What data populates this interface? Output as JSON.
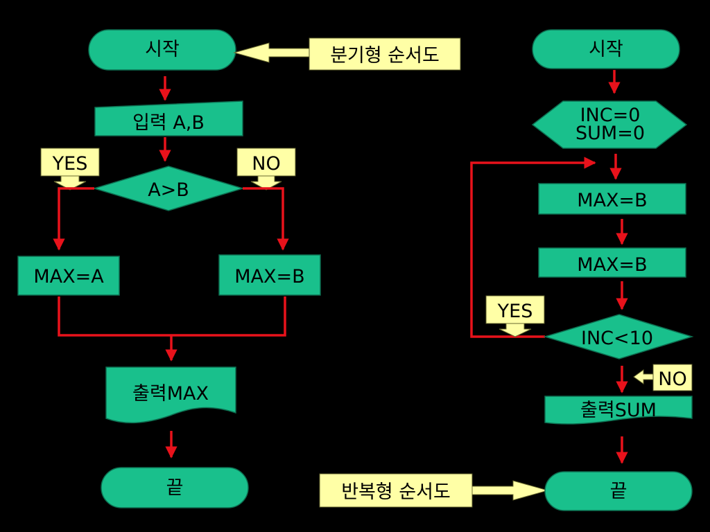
{
  "left_flow": {
    "start": "시작",
    "title_tag": "분기형 순서도",
    "input": "입력 A,B",
    "yes_tag": "YES",
    "no_tag": "NO",
    "decision": "A>B",
    "max_a": "MAX=A",
    "max_b": "MAX=B",
    "output": "출력MAX",
    "end": "끝"
  },
  "right_flow": {
    "start": "시작",
    "init_line1": "INC=0",
    "init_line2": "SUM=0",
    "step1": "MAX=B",
    "step2": "MAX=B",
    "yes_tag": "YES",
    "decision": "INC<10",
    "no_tag": "NO",
    "output": "출력SUM",
    "title_tag": "반복형 순서도",
    "end": "끝"
  },
  "colors": {
    "node_fill": "#19c08c",
    "tag_fill": "#ffffa6",
    "line": "#e8121b",
    "background": "#000000"
  }
}
